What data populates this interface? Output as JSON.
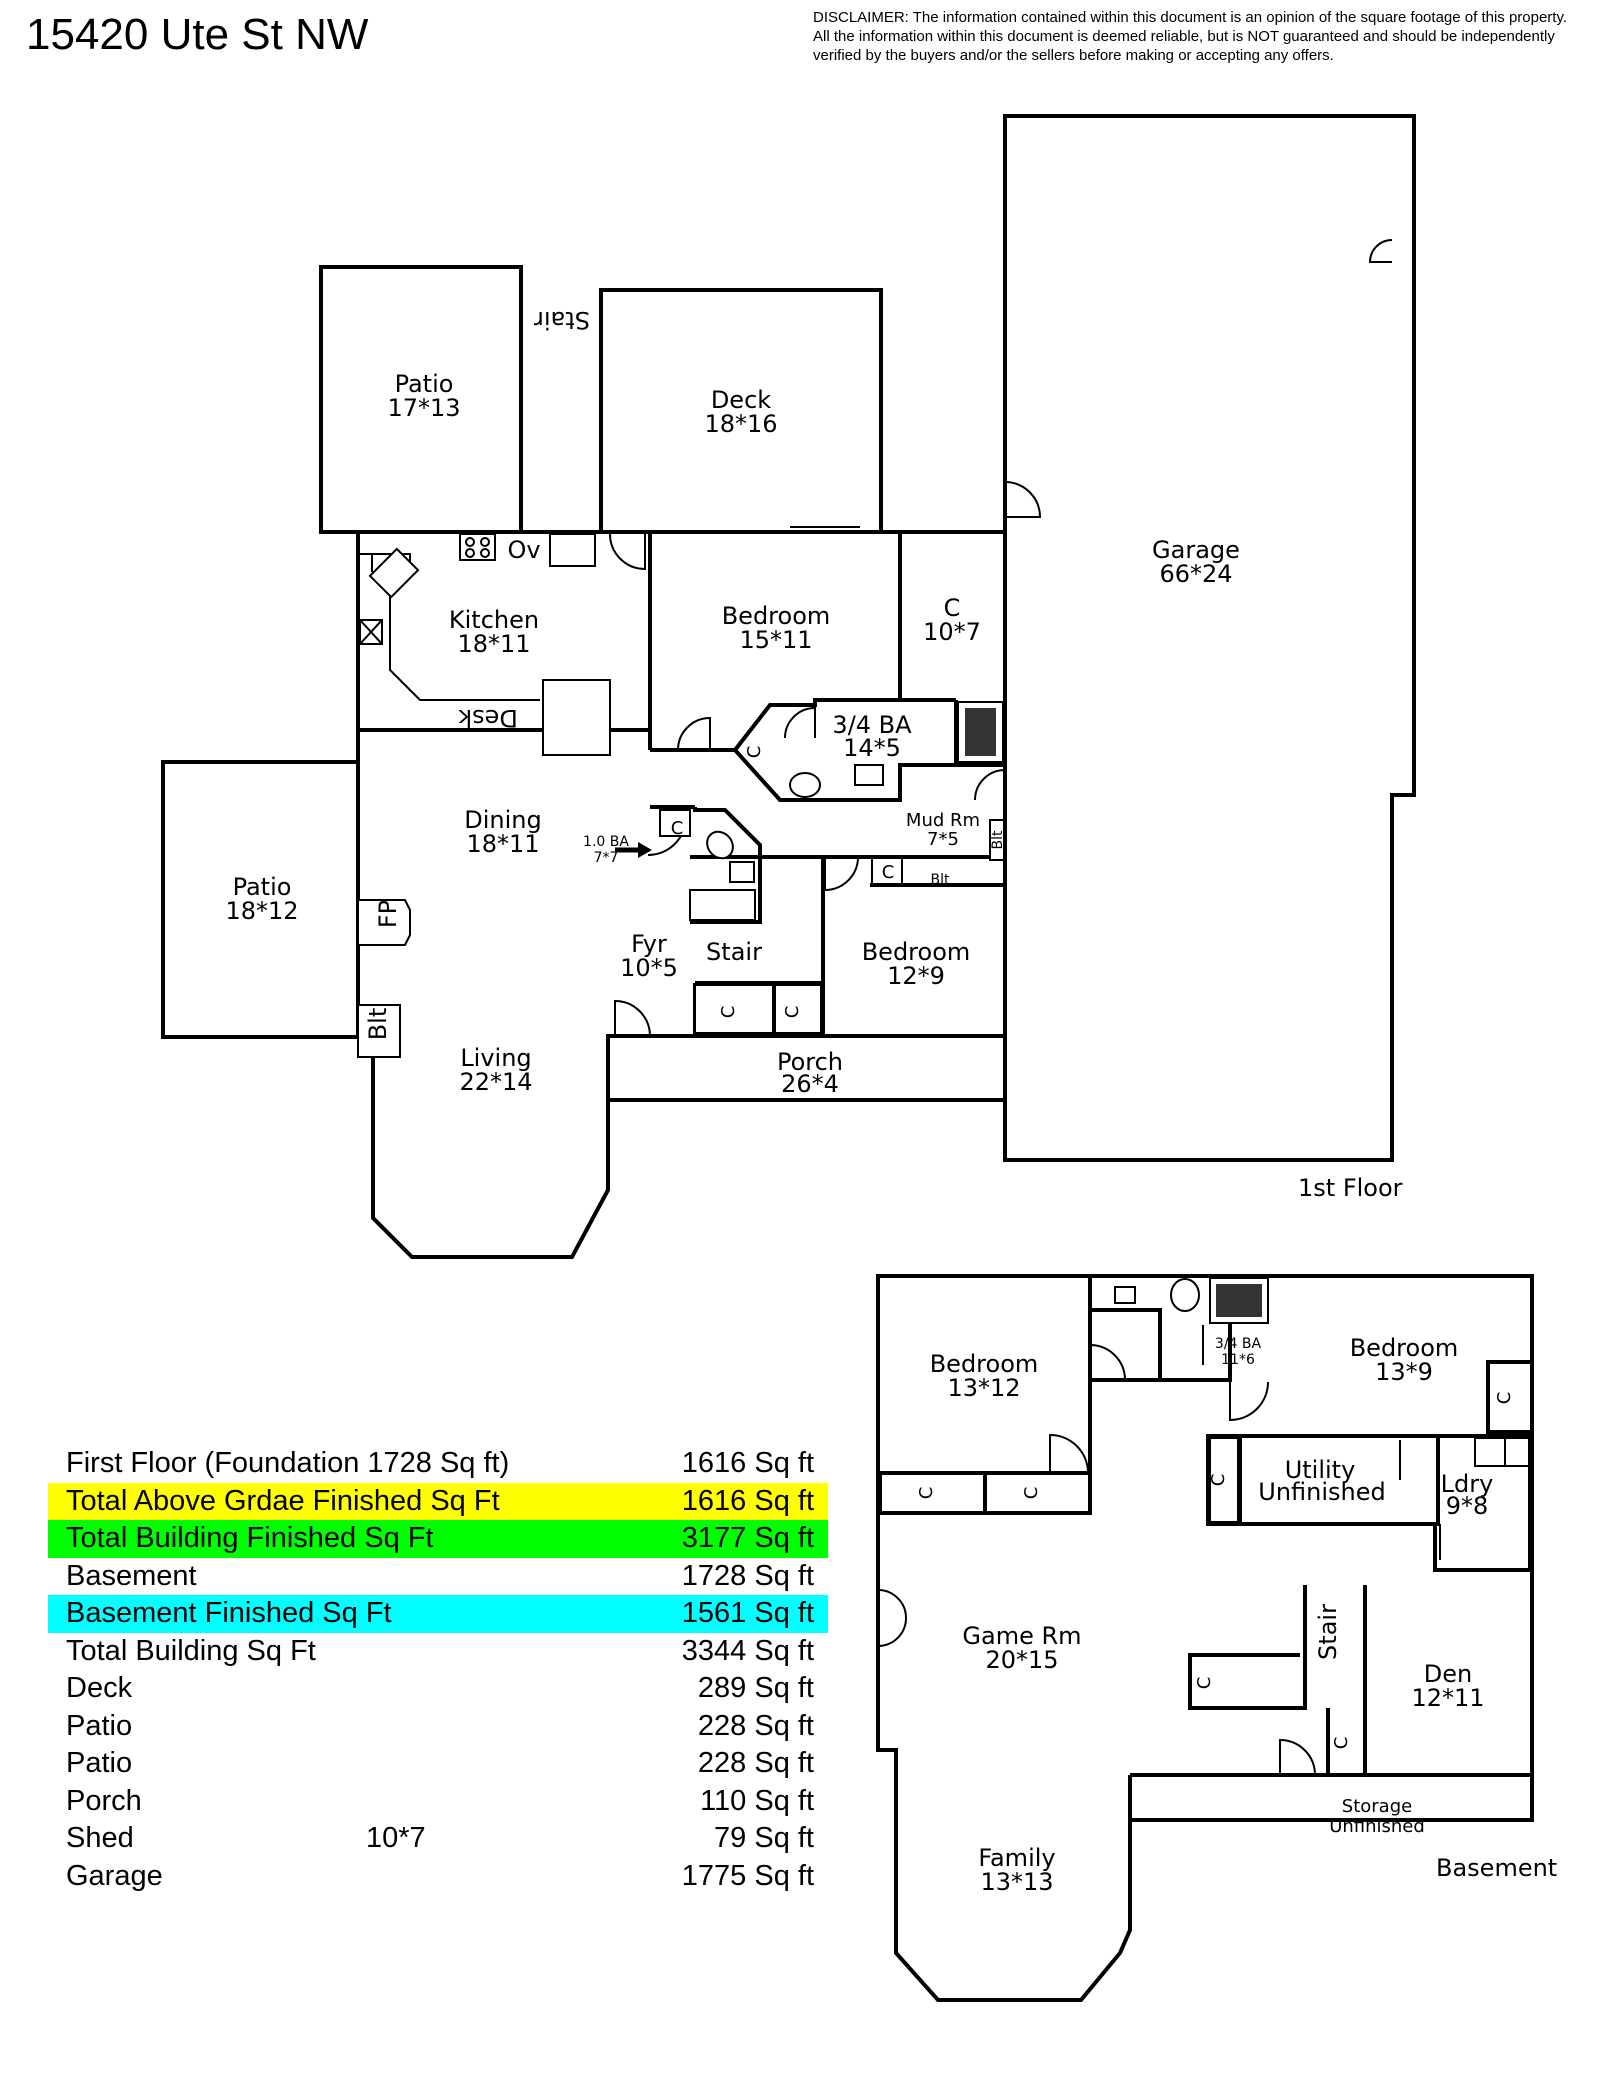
{
  "title": "15420 Ute St NW",
  "disclaimer": [
    "DISCLAIMER: The information contained within this document is an opinion of the square footage of this property.",
    "All the information within this document is deemed reliable, but is NOT guaranteed and should be independently",
    "verified by the buyers and/or the sellers before making or accepting any offers."
  ],
  "floors": {
    "first": {
      "label": "1st Floor",
      "rooms": {
        "patio_top": {
          "name": "Patio",
          "size": "17*13"
        },
        "deck": {
          "name": "Deck",
          "size": "18*16"
        },
        "stair": {
          "name": "Stair"
        },
        "garage": {
          "name": "Garage",
          "size": "66*24"
        },
        "kitchen": {
          "name": "Kitchen",
          "size": "18*11"
        },
        "oven": {
          "name": "Ov"
        },
        "desk": {
          "name": "Desk"
        },
        "bedroom1": {
          "name": "Bedroom",
          "size": "15*11"
        },
        "closet1": {
          "name": "C",
          "size": "10*7"
        },
        "bath34": {
          "name": "3/4 BA",
          "size": "14*5"
        },
        "patio_left": {
          "name": "Patio",
          "size": "18*12"
        },
        "dining": {
          "name": "Dining",
          "size": "18*11"
        },
        "bath10": {
          "name": "1.0 BA",
          "size": "7*7"
        },
        "mudrm": {
          "name": "Mud Rm",
          "size": "7*5"
        },
        "fireplace": {
          "name": "FP"
        },
        "builtin": {
          "name": "Blt"
        },
        "fyr": {
          "name": "Fyr",
          "size": "10*5"
        },
        "stair2": {
          "name": "Stair"
        },
        "bedroom2": {
          "name": "Bedroom",
          "size": "12*9"
        },
        "living": {
          "name": "Living",
          "size": "22*14"
        },
        "porch": {
          "name": "Porch",
          "size": "26*4"
        },
        "closet_mark": "C",
        "builtin_small": "Blt"
      }
    },
    "basement": {
      "label": "Basement",
      "rooms": {
        "bedroom1": {
          "name": "Bedroom",
          "size": "13*12"
        },
        "bath34": {
          "name": "3/4 BA",
          "size": "11*6"
        },
        "bedroom2": {
          "name": "Bedroom",
          "size": "13*9"
        },
        "utility": {
          "name": "Utility",
          "note": "Unfinished"
        },
        "laundry": {
          "name": "Ldry",
          "size": "9*8"
        },
        "gamerm": {
          "name": "Game Rm",
          "size": "20*15"
        },
        "stair": {
          "name": "Stair"
        },
        "den": {
          "name": "Den",
          "size": "12*11"
        },
        "storage": {
          "name": "Storage",
          "note": "Unfinished"
        },
        "family": {
          "name": "Family",
          "size": "13*13"
        },
        "closet_mark": "C"
      }
    }
  },
  "summary": [
    {
      "label": "First Floor (Foundation 1728 Sq ft)",
      "dim": "",
      "value": "1616 Sq ft",
      "highlight": ""
    },
    {
      "label": "Total Above Grdae Finished Sq Ft",
      "dim": "",
      "value": "1616 Sq ft",
      "highlight": "#ffff00"
    },
    {
      "label": "Total Building Finished Sq Ft",
      "dim": "",
      "value": "3177 Sq ft",
      "highlight": "#00ff00"
    },
    {
      "label": "Basement",
      "dim": "",
      "value": "1728 Sq ft",
      "highlight": ""
    },
    {
      "label": "Basement Finished Sq Ft",
      "dim": "",
      "value": "1561 Sq ft",
      "highlight": "#00ffff"
    },
    {
      "label": "Total Building Sq Ft",
      "dim": "",
      "value": "3344 Sq ft",
      "highlight": ""
    },
    {
      "label": "Deck",
      "dim": "",
      "value": "289 Sq ft",
      "highlight": ""
    },
    {
      "label": "Patio",
      "dim": "",
      "value": "228 Sq ft",
      "highlight": ""
    },
    {
      "label": "Patio",
      "dim": "",
      "value": "228 Sq ft",
      "highlight": ""
    },
    {
      "label": "Porch",
      "dim": "",
      "value": "110 Sq ft",
      "highlight": ""
    },
    {
      "label": "Shed",
      "dim": "10*7",
      "value": "79 Sq ft",
      "highlight": ""
    },
    {
      "label": "Garage",
      "dim": "",
      "value": "1775 Sq ft",
      "highlight": ""
    }
  ]
}
